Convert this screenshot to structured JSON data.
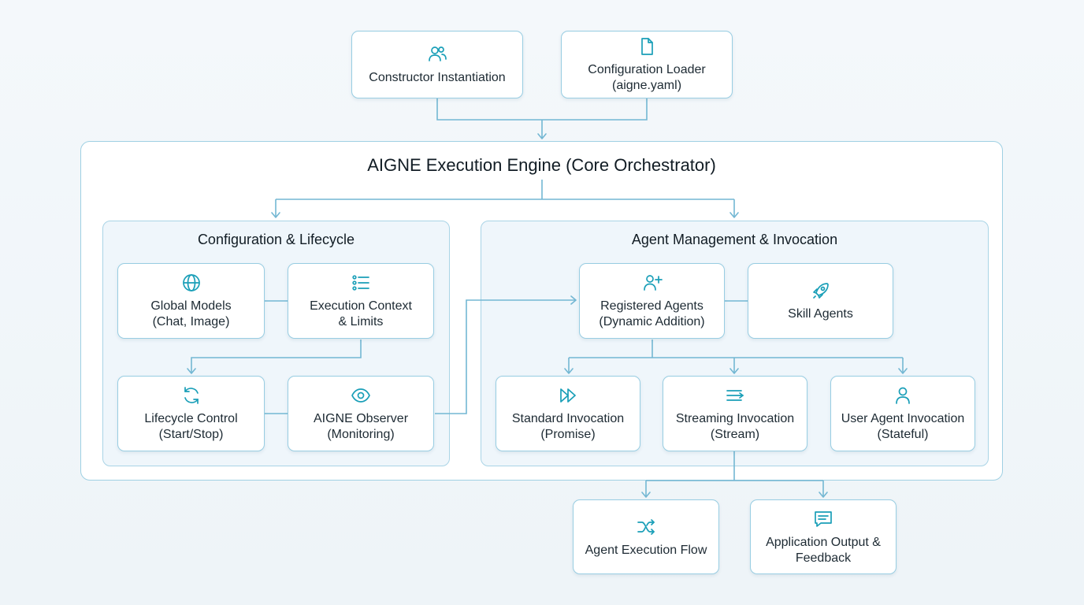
{
  "engine": {
    "title": "AIGNE Execution Engine (Core Orchestrator)"
  },
  "panels": {
    "config": {
      "title": "Configuration & Lifecycle"
    },
    "agents": {
      "title": "Agent Management & Invocation"
    }
  },
  "nodes": {
    "constructor": {
      "line1": "Constructor Instantiation",
      "icon": "users-icon"
    },
    "loader": {
      "line1": "Configuration Loader",
      "line2": "(aigne.yaml)",
      "icon": "file-icon"
    },
    "global_models": {
      "line1": "Global Models",
      "line2": "(Chat, Image)",
      "icon": "globe-icon"
    },
    "execution_context": {
      "line1": "Execution Context",
      "line2": "& Limits",
      "icon": "list-icon"
    },
    "lifecycle_control": {
      "line1": "Lifecycle Control",
      "line2": "(Start/Stop)",
      "icon": "refresh-icon"
    },
    "observer": {
      "line1": "AIGNE Observer",
      "line2": "(Monitoring)",
      "icon": "eye-icon"
    },
    "registered_agents": {
      "line1": "Registered Agents",
      "line2": "(Dynamic Addition)",
      "icon": "user-plus-icon"
    },
    "skill_agents": {
      "line1": "Skill Agents",
      "icon": "rocket-icon"
    },
    "standard_invocation": {
      "line1": "Standard Invocation",
      "line2": "(Promise)",
      "icon": "fast-forward-icon"
    },
    "streaming_invocation": {
      "line1": "Streaming Invocation",
      "line2": "(Stream)",
      "icon": "stream-icon"
    },
    "user_agent_invocation": {
      "line1": "User Agent Invocation",
      "line2": "(Stateful)",
      "icon": "user-icon"
    },
    "agent_execution_flow": {
      "line1": "Agent Execution Flow",
      "icon": "shuffle-icon"
    },
    "application_output": {
      "line1": "Application Output &",
      "line2": "Feedback",
      "icon": "message-icon"
    }
  },
  "colors": {
    "accent": "#1a9fb8",
    "border": "#98cde2",
    "connector": "#73b7d3",
    "panel_fill": "#eff6fb"
  }
}
